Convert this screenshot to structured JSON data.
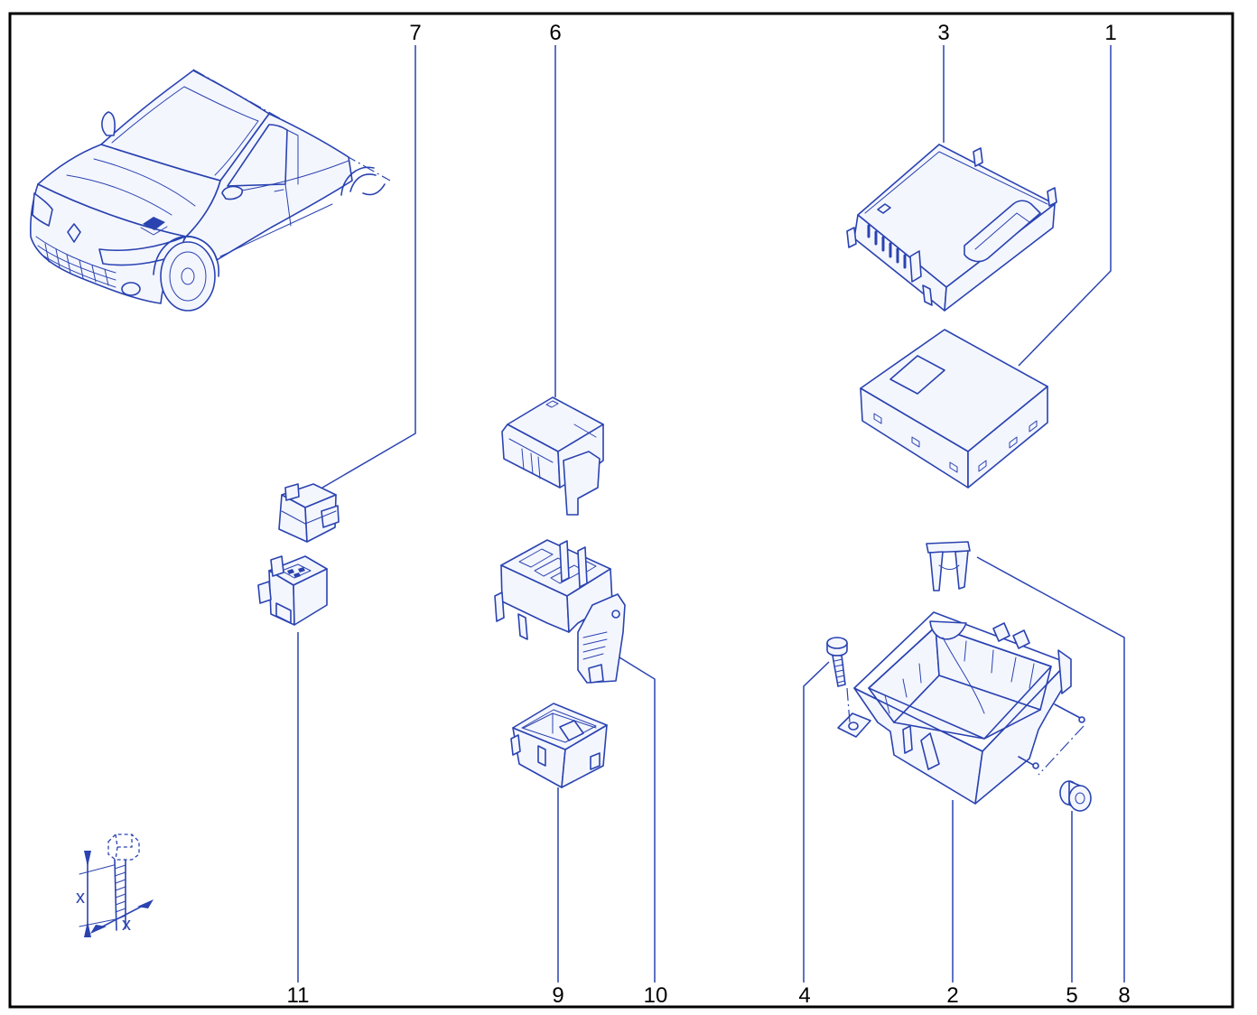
{
  "colors": {
    "line": "#2a43b0",
    "fill": "#f4f6fe",
    "label": "#000000",
    "frame": "#000000"
  },
  "callouts": {
    "part_1": "1",
    "part_2": "2",
    "part_3": "3",
    "part_4": "4",
    "part_5": "5",
    "part_6": "6",
    "part_7": "7",
    "part_8": "8",
    "part_9": "9",
    "part_10": "10",
    "part_11": "11"
  },
  "dimension": {
    "vertical_label": "x",
    "horizontal_label": "x"
  }
}
